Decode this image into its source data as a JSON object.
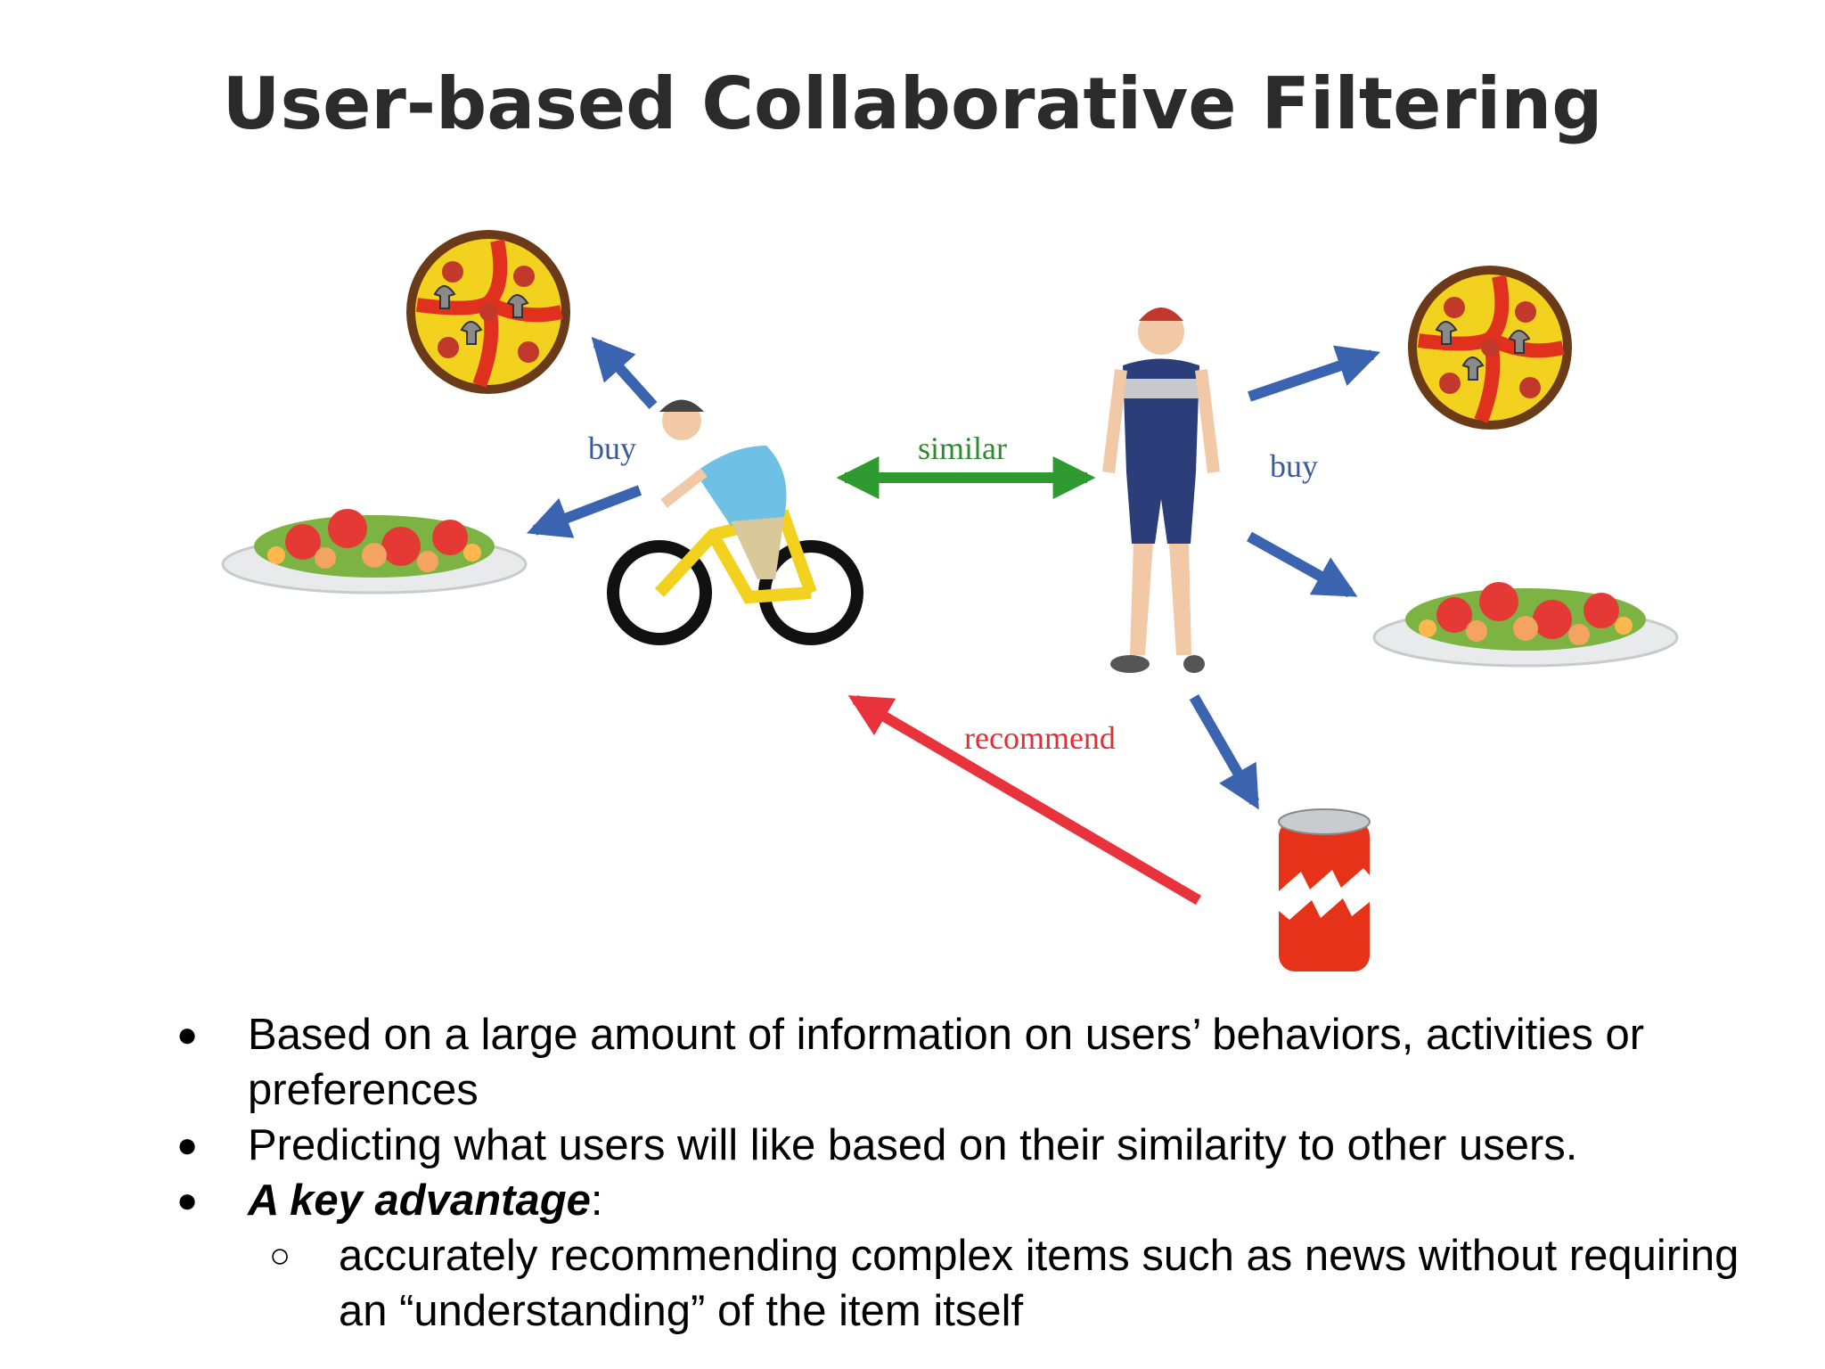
{
  "title": "User-based Collaborative Filtering",
  "diagram": {
    "label_buy_left": "buy",
    "label_buy_right": "buy",
    "label_similar": "similar",
    "label_recommend": "recommend",
    "colors": {
      "buy": "#3a64b0",
      "similar": "#2f9a2f",
      "recommend": "#e8323c"
    }
  },
  "bullets": {
    "item1": "Based on a large amount of information on users’ behaviors, activities or preferences",
    "item2": "Predicting what users will like based on their similarity to other users.",
    "item3_key": "A key advantage",
    "item3_colon": ":",
    "sub1": "accurately recommending complex items such as news without requiring an “understanding” of the item itself"
  }
}
